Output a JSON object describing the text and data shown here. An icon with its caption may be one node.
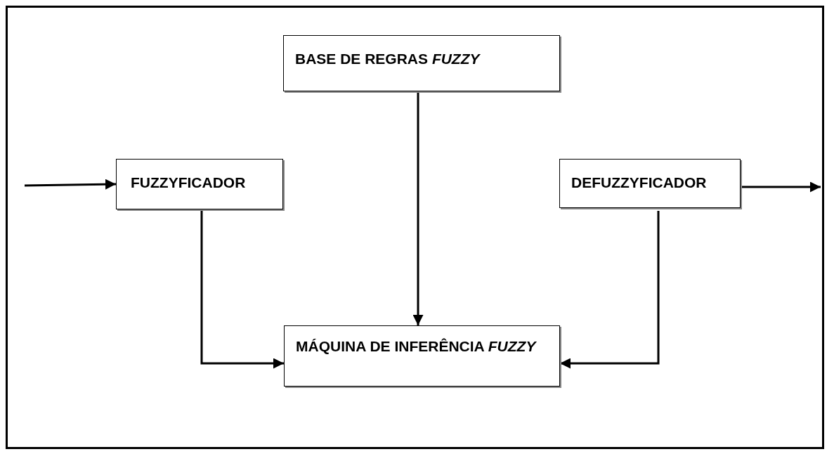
{
  "diagram": {
    "nodes": [
      {
        "text": [
          "BASE DE REGRAS *FUZZY*"
        ]
      },
      {
        "text": [
          "FUZZYFICADOR"
        ]
      },
      {
        "text": [
          "DEFUZZYFICADOR"
        ]
      },
      {
        "text": [
          "MÁQUINA DE INFERÊNCIA *FUZZY*"
        ]
      }
    ],
    "edges": [
      {
        "from": null,
        "to": 1,
        "arrow": "to"
      },
      {
        "from": 2,
        "to": null,
        "arrow": "to"
      },
      {
        "from": 0,
        "to": 3,
        "arrow": "to"
      },
      {
        "from": 1,
        "to": 3,
        "arrow": "to"
      },
      {
        "from": 2,
        "to": 3,
        "arrow": "to"
      }
    ]
  }
}
